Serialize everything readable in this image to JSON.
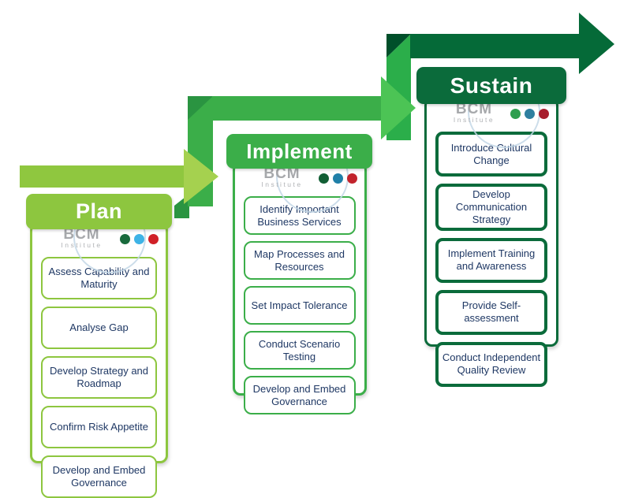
{
  "background_color": "#ffffff",
  "text_color": "#1f3864",
  "logo": {
    "bcm": "BCM",
    "institute": "Institute"
  },
  "phases": [
    {
      "title": "Plan",
      "color": "#8dc63f",
      "dots": [
        "#186a3c",
        "#3eb3e6",
        "#d02027"
      ],
      "items": [
        "Assess Capability and Maturity",
        "Analyse Gap",
        "Develop Strategy and Roadmap",
        "Confirm Risk Appetite",
        "Develop and Embed Governance"
      ]
    },
    {
      "title": "Implement",
      "color": "#3bae49",
      "dots": [
        "#115e34",
        "#1f7fa8",
        "#c2232c"
      ],
      "items": [
        "Identify Important Business Services",
        "Map Processes and Resources",
        "Set Impact Tolerance",
        "Conduct Scenario Testing",
        "Develop and Embed Governance"
      ]
    },
    {
      "title": "Sustain",
      "color": "#0b6b3b",
      "dots": [
        "#2f9e4f",
        "#2e7f9f",
        "#a81e2d"
      ],
      "items": [
        "Introduce Cultural Change",
        "Develop Communication Strategy",
        "Implement Training and Awareness",
        "Provide Self-assessment",
        "Conduct Independent Quality Review"
      ]
    }
  ],
  "arrows": {
    "plan": {
      "shaft": "#8fc73f",
      "head": "#a5d14f"
    },
    "implement": {
      "shaft": "#3bae49",
      "head": "#4cc455",
      "fold": "#2a9441",
      "tail": "#2a9441"
    },
    "sustain": {
      "shaft": "#056a38",
      "head": "#056a38",
      "fold": "#004f2a",
      "bar": "#2bae4a"
    }
  }
}
